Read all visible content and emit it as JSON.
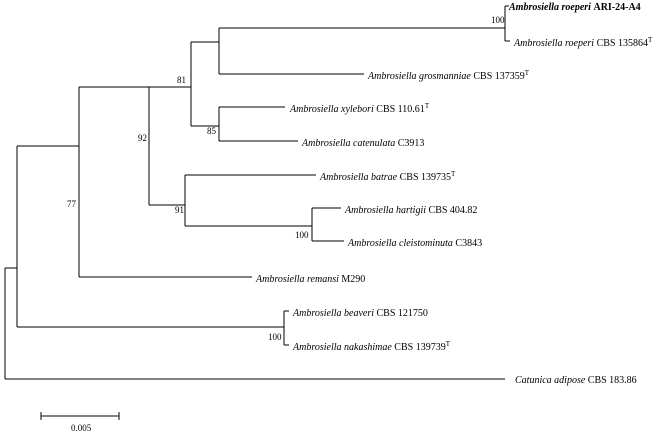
{
  "tree": {
    "taxa": [
      {
        "genus": "Ambrosiella",
        "species": "roeperi",
        "strain": "ARI-24-A4",
        "type_mark": "",
        "bold": true
      },
      {
        "genus": "Ambrosiella",
        "species": "roeperi",
        "strain": "CBS 135864",
        "type_mark": "T",
        "bold": false
      },
      {
        "genus": "Ambrosiella",
        "species": "grosmanniae",
        "strain": "CBS 137359",
        "type_mark": "T",
        "bold": false
      },
      {
        "genus": "Ambrosiella",
        "species": "xylebori",
        "strain": "CBS 110.61",
        "type_mark": "T",
        "bold": false
      },
      {
        "genus": "Ambrosiella",
        "species": "catenulata",
        "strain": "C3913",
        "type_mark": "",
        "bold": false
      },
      {
        "genus": "Ambrosiella",
        "species": "batrae",
        "strain": "CBS 139735",
        "type_mark": "T",
        "bold": false
      },
      {
        "genus": "Ambrosiella",
        "species": "hartigii",
        "strain": "CBS 404.82",
        "type_mark": "",
        "bold": false
      },
      {
        "genus": "Ambrosiella",
        "species": "cleistominuta",
        "strain": "C3843",
        "type_mark": "",
        "bold": false
      },
      {
        "genus": "Ambrosiella",
        "species": "remansi",
        "strain": "M290",
        "type_mark": "",
        "bold": false
      },
      {
        "genus": "Ambrosiella",
        "species": "beaveri",
        "strain": "CBS 121750",
        "type_mark": "",
        "bold": false
      },
      {
        "genus": "Ambrosiella",
        "species": "nakashimae",
        "strain": "CBS 139739",
        "type_mark": "T",
        "bold": false
      },
      {
        "genus": "Catunica",
        "species": "adipose",
        "strain": "CBS 183.86",
        "type_mark": "",
        "bold": false
      }
    ],
    "bootstrap": [
      "100",
      "81",
      "85",
      "92",
      "91",
      "100",
      "77",
      "100"
    ],
    "scale_bar": {
      "label": "0.005"
    }
  }
}
